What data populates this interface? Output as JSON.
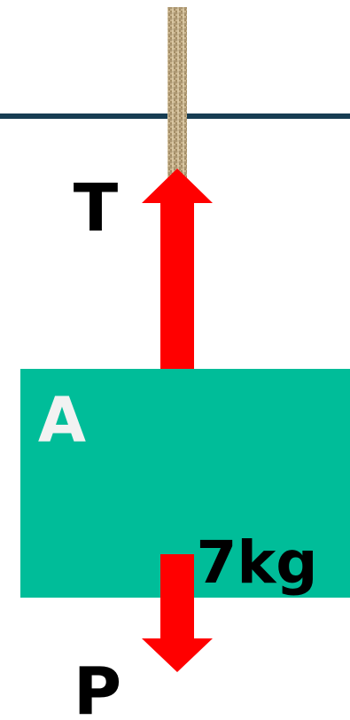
{
  "labels": {
    "tension": "T",
    "weight": "P",
    "block": "A",
    "mass": "7kg"
  },
  "colors": {
    "background": "#ffffff",
    "ceiling_line": "#173d52",
    "rope": "#c9b48f",
    "rope_dark": "#8f7a55",
    "block": "#00bd99",
    "block_label": "#f2f2f2",
    "arrow": "#ff0000",
    "text": "#000000"
  }
}
